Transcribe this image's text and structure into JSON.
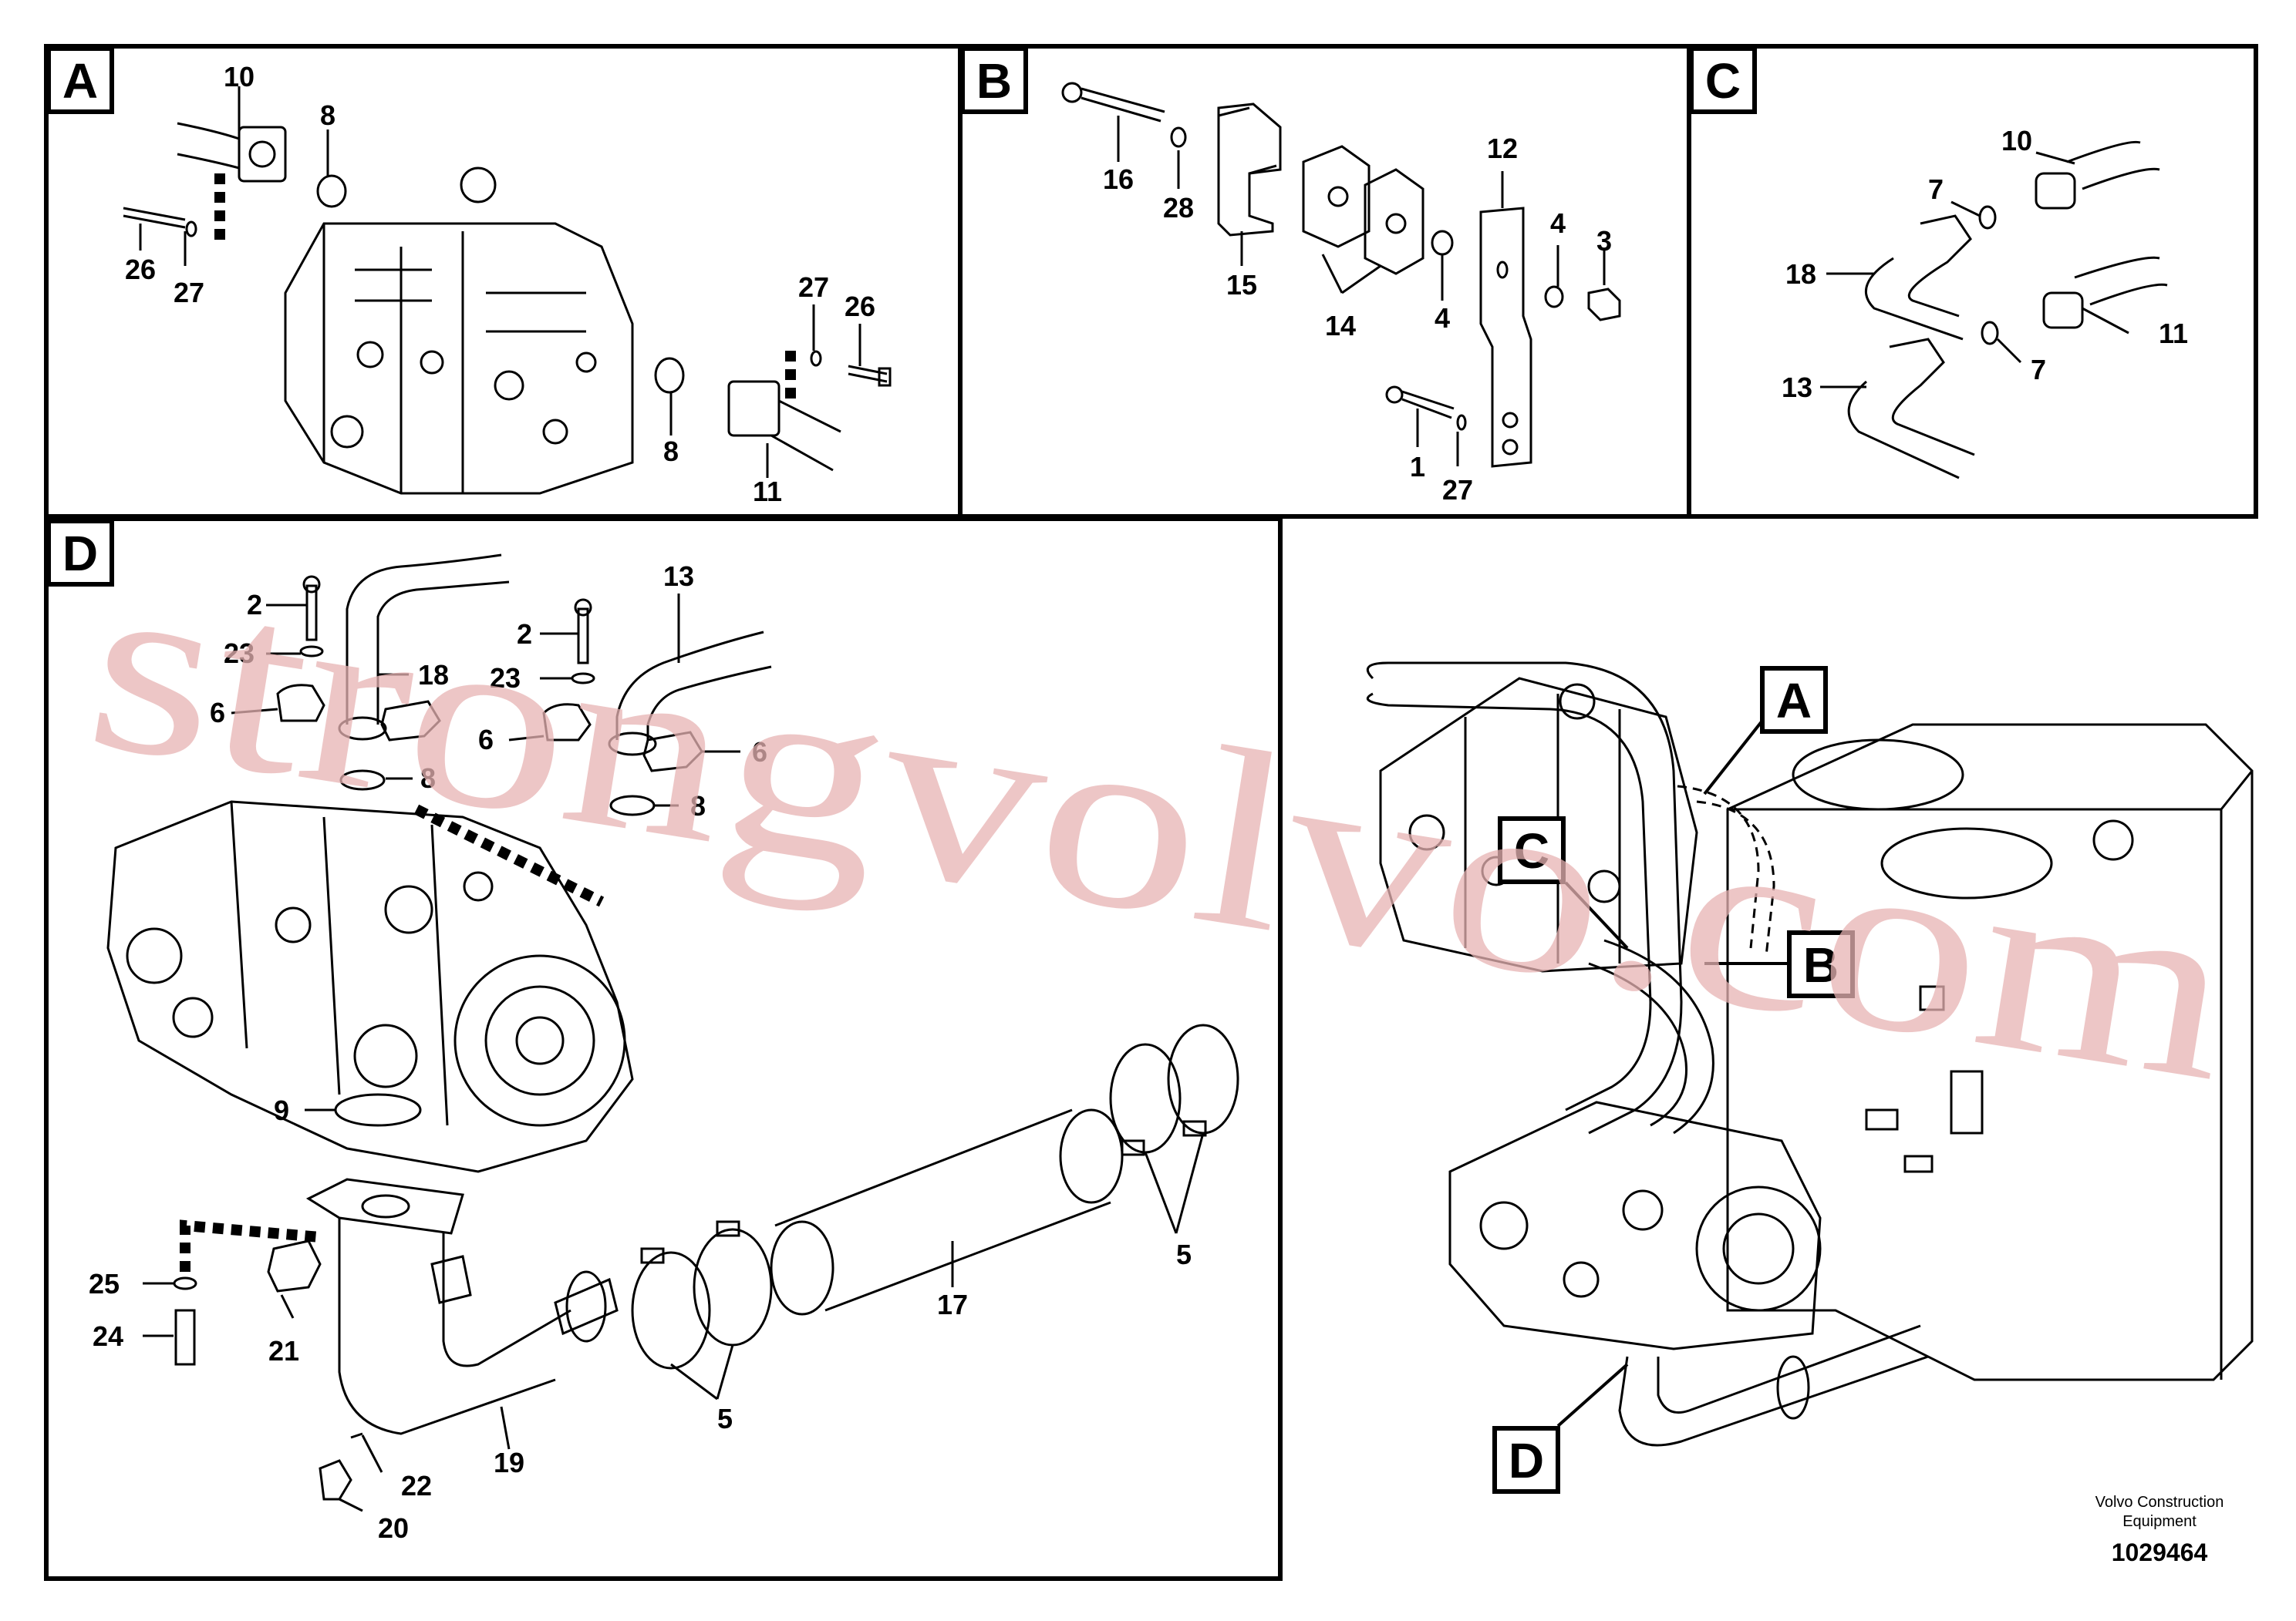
{
  "panels": {
    "A": {
      "letter": "A",
      "parts": [
        "10",
        "8",
        "26",
        "27",
        "27",
        "26",
        "8",
        "11"
      ]
    },
    "B": {
      "letter": "B",
      "parts": [
        "16",
        "28",
        "15",
        "14",
        "12",
        "4",
        "3",
        "4",
        "1",
        "27"
      ]
    },
    "C": {
      "letter": "C",
      "parts": [
        "10",
        "7",
        "18",
        "11",
        "7",
        "13"
      ]
    },
    "D": {
      "letter": "D",
      "parts": [
        "2",
        "23",
        "6",
        "18",
        "8",
        "13",
        "2",
        "23",
        "6",
        "6",
        "8",
        "9",
        "25",
        "24",
        "21",
        "22",
        "20",
        "19",
        "5",
        "17",
        "5"
      ]
    }
  },
  "overview_callouts": [
    "A",
    "C",
    "B",
    "D"
  ],
  "watermark": "strongvolvo.com",
  "footer": {
    "company_line1": "Volvo Construction",
    "company_line2": "Equipment",
    "drawing_number": "1029464"
  },
  "colors": {
    "line": "#000000",
    "watermark": "#e7b3b3"
  }
}
